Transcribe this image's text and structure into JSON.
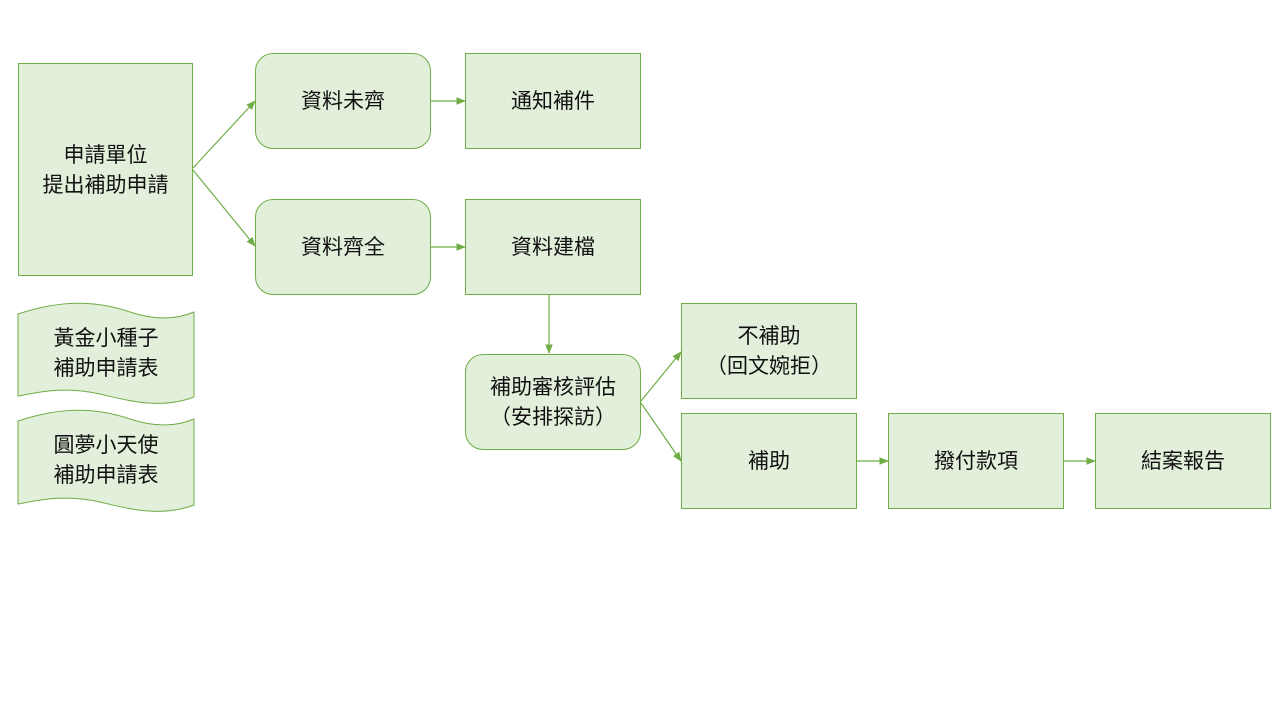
{
  "nodes": {
    "applicant": {
      "line1": "申請單位",
      "line2": "提出補助申請"
    },
    "incomplete": {
      "label": "資料未齊"
    },
    "notify": {
      "label": "通知補件"
    },
    "complete": {
      "label": "資料齊全"
    },
    "filing": {
      "label": "資料建檔"
    },
    "review": {
      "line1": "補助審核評估",
      "line2": "（安排探訪）"
    },
    "reject": {
      "line1": "不補助",
      "line2": "（回文婉拒）"
    },
    "approve": {
      "label": "補助"
    },
    "payment": {
      "label": "撥付款項"
    },
    "report": {
      "label": "結案報告"
    }
  },
  "forms": {
    "golden_seed": {
      "line1": "黃金小種子",
      "line2": "補助申請表"
    },
    "dream_angel": {
      "line1": "圓夢小天使",
      "line2": "補助申請表"
    }
  },
  "colors": {
    "fill": "#e2efda",
    "stroke": "#70ad47"
  }
}
